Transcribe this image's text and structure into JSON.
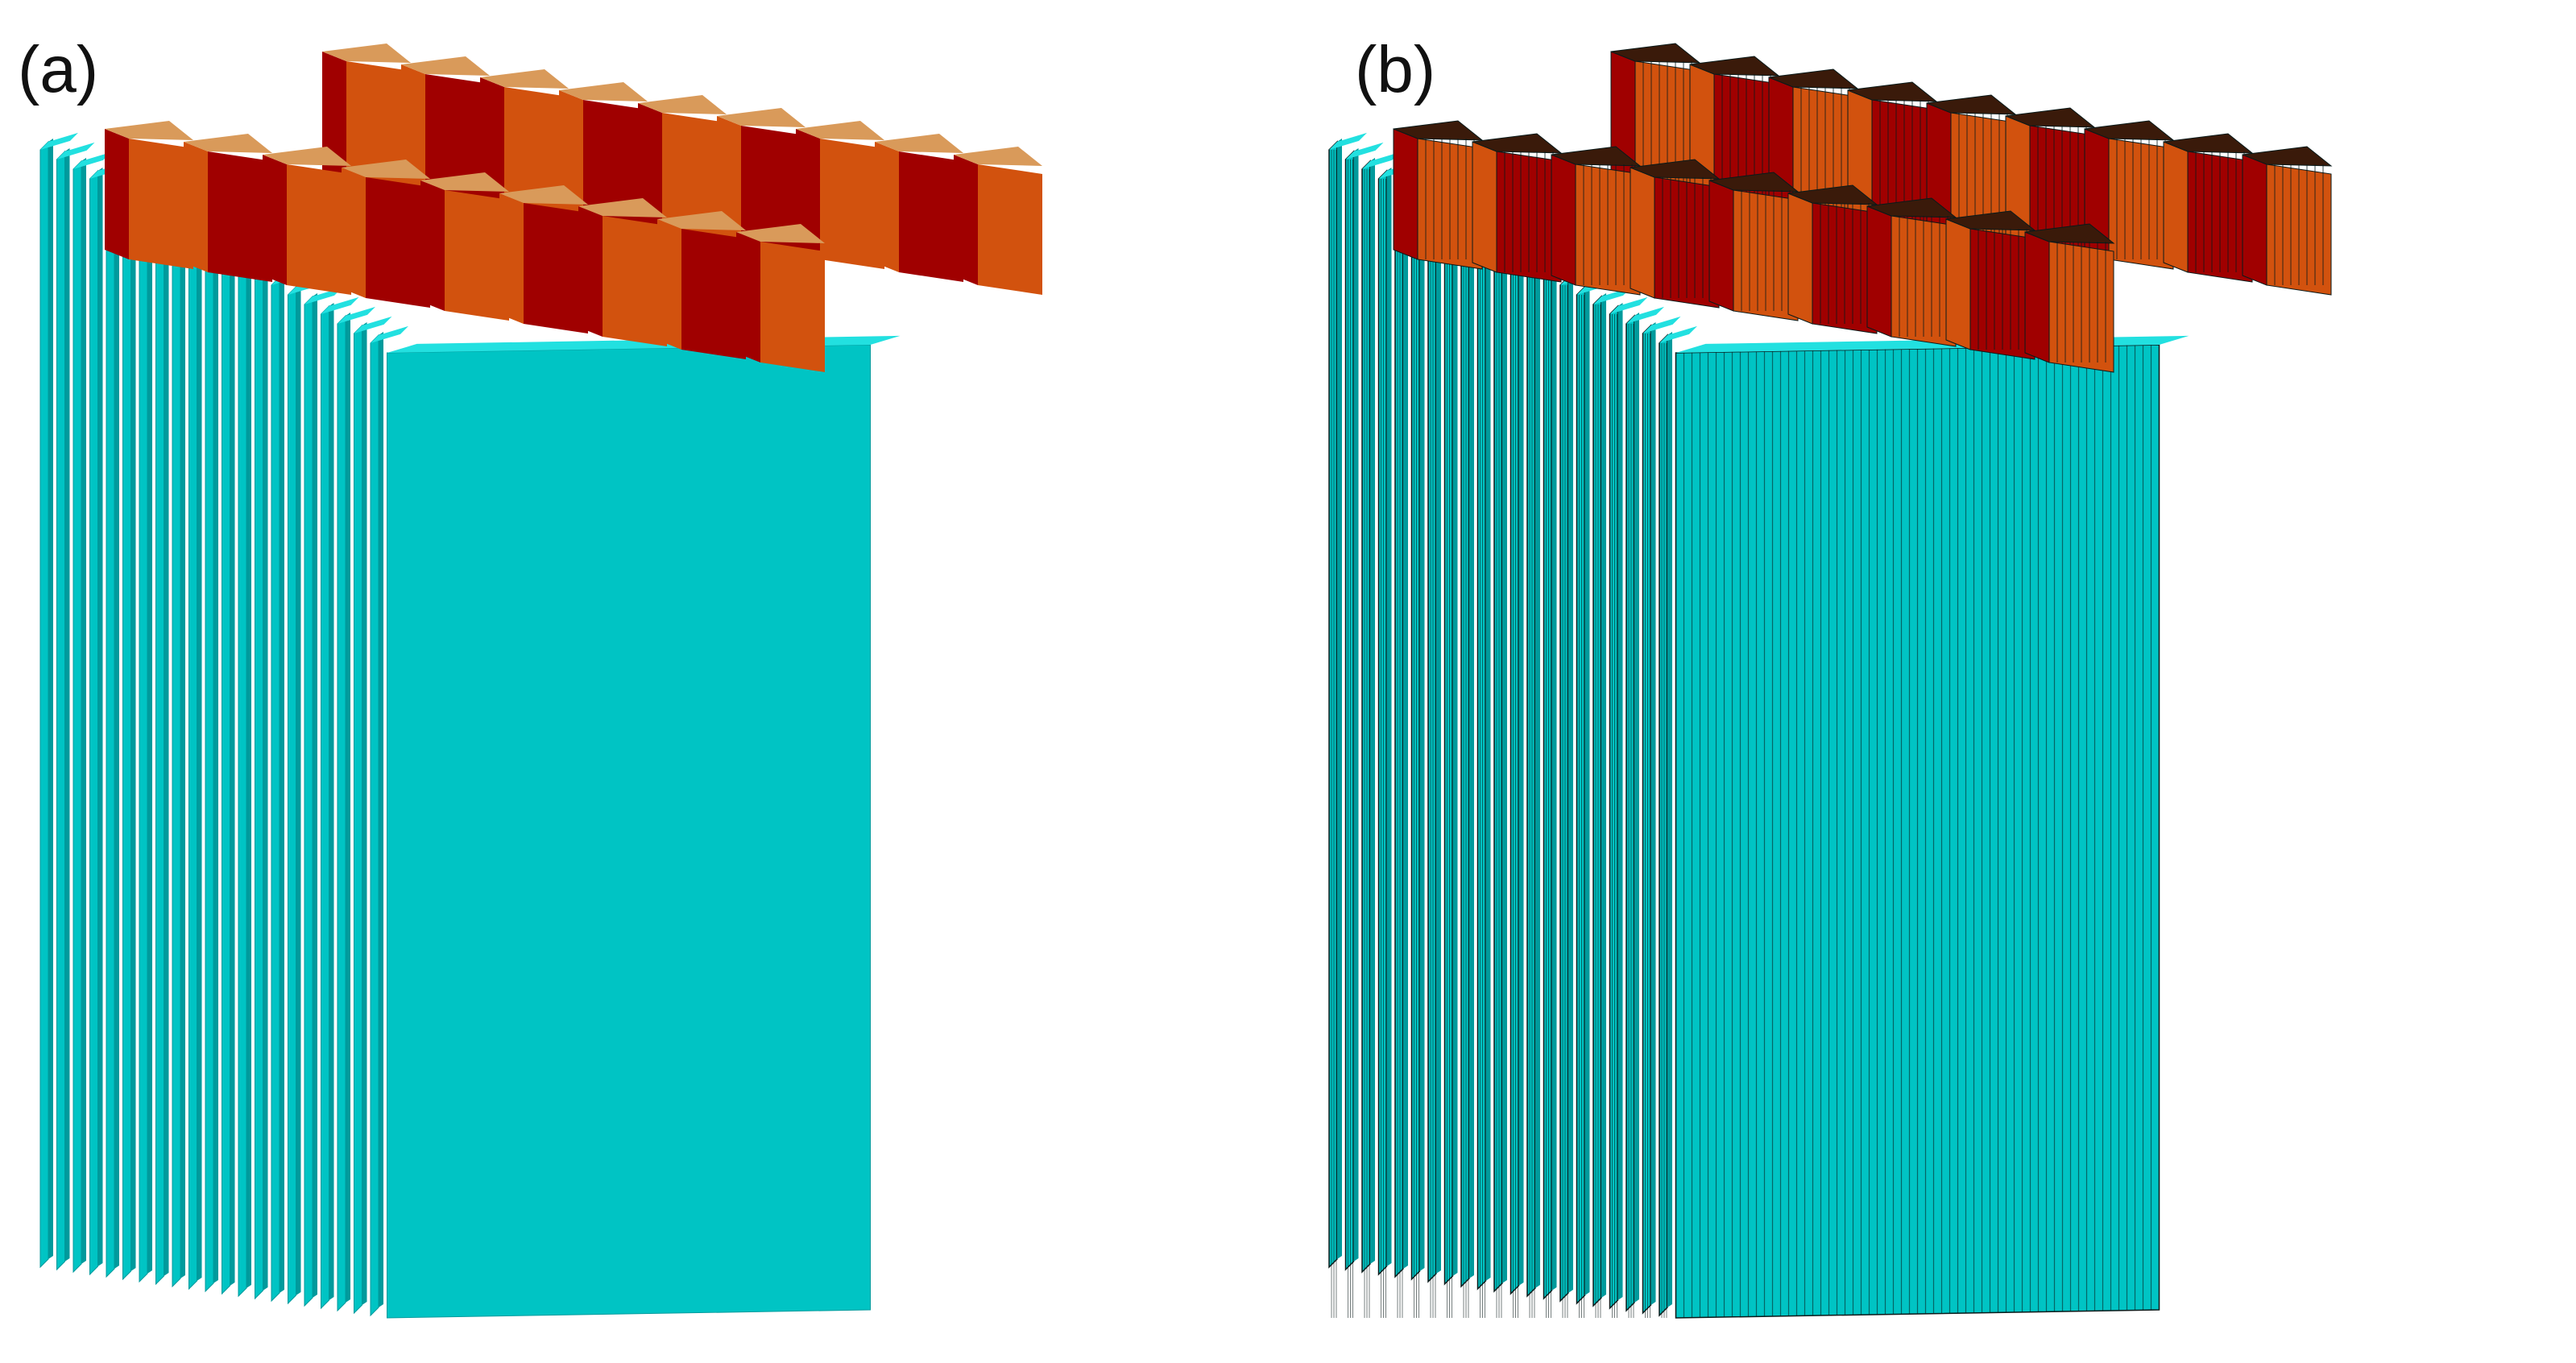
{
  "panels": [
    {
      "label": "(a)",
      "style": "solid"
    },
    {
      "label": "(b)",
      "style": "mesh"
    }
  ],
  "colors": {
    "plate_face": "#00C4C4",
    "plate_edge": "#22E0E0",
    "plate_dark": "#009A9C",
    "tab_red": "#A00000",
    "tab_orange": "#D2520E",
    "tab_top": "#D99A5A",
    "mesh_line": "#0A1A1A"
  },
  "model": {
    "plate_count": 22,
    "tab_rows": 2,
    "tabs_per_row": 9
  }
}
